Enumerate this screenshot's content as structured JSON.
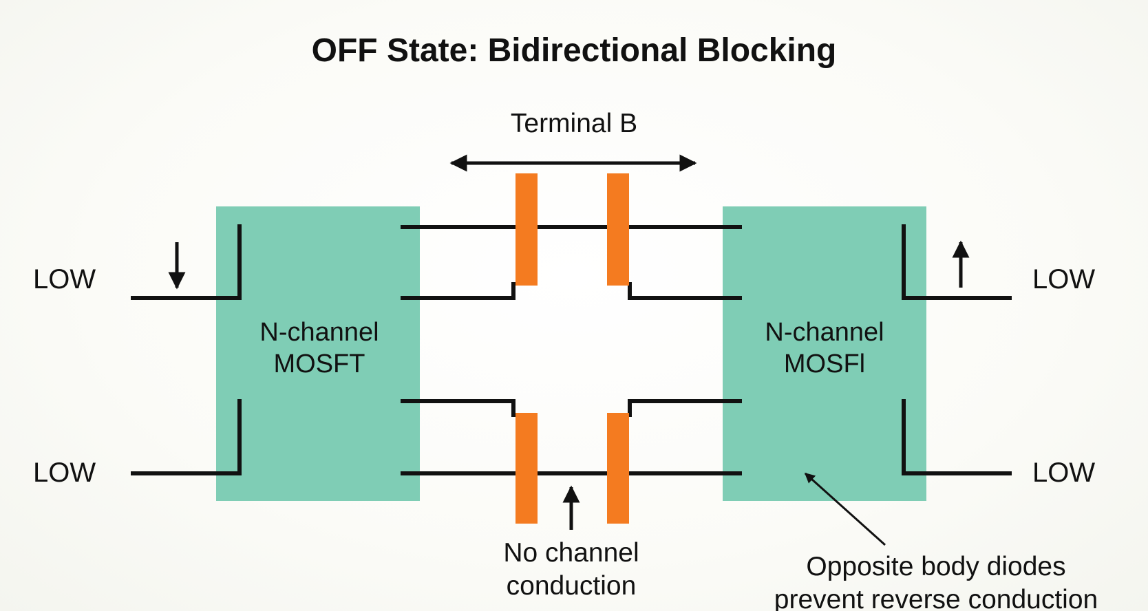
{
  "title": "OFF State: Bidirectional Blocking",
  "terminal_label": "Terminal B",
  "side_labels": {
    "left_middle": "LOW",
    "right_middle": "LOW",
    "left_bottom": "LOW",
    "right_bottom": "LOW"
  },
  "mosfets": {
    "left": {
      "line1": "N-channel",
      "line2": "MOSFT"
    },
    "right": {
      "line1": "N-channel",
      "line2": "MOSFl"
    }
  },
  "annotations": {
    "no_channel": {
      "line1": "No channel",
      "line2": "conduction"
    },
    "opposite": {
      "line1": "Opposite body diodes",
      "line2": "prevent reverse conduction"
    }
  },
  "colors": {
    "mosfet_fill": "#7fcdb5",
    "gate_plate": "#f47b20",
    "line": "#111111"
  }
}
